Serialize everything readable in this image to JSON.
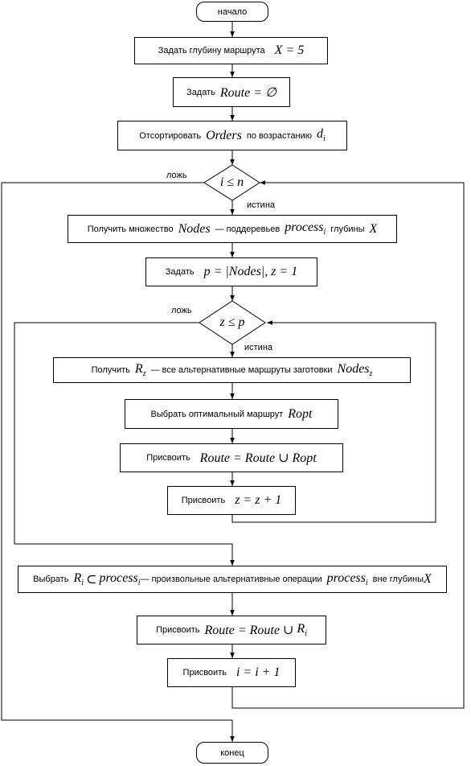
{
  "nodes": {
    "start": "начало",
    "depth_label": "Задать глубину маршрута",
    "depth_formula": "X = 5",
    "route_label": "Задать",
    "route_formula": "Route = ∅",
    "sort_label": "Отсортировать",
    "sort_var": "Orders",
    "sort_tail": "по возрастанию",
    "sort_d": "d",
    "sort_d_sub": "i",
    "cond_i": "i ≤ n",
    "nodes_label": "Получить множество",
    "nodes_var": "Nodes",
    "nodes_mid": "— поддеревьев",
    "nodes_process": "process",
    "nodes_process_sub": "i",
    "nodes_tail": "глубины",
    "nodes_x": "X",
    "setp_label": "Задать",
    "setp_formula": "p = |Nodes|, z = 1",
    "cond_z": "z ≤ p",
    "getr_label": "Получить",
    "getr_r": "R",
    "getr_r_sub": "z",
    "getr_mid": "— все альтернативные маршруты заготовки",
    "getr_nodes": "Nodes",
    "getr_nodes_sub": "z",
    "ropt_label": "Выбрать оптимальный маршрут",
    "ropt_var": "Ropt",
    "assign1_label": "Присвоить",
    "assign1_formula": "Route = Route ∪ Ropt",
    "incz_label": "Присвоить",
    "incz_formula": "z = z + 1",
    "ri_label": "Выбрать",
    "ri_r": "R",
    "ri_r_sub": "i",
    "ri_sub_symbol": "⊂",
    "ri_process": "process",
    "ri_process_sub": "i",
    "ri_mid": "— произвольные альтернативные операции",
    "ri_process2": "process",
    "ri_process2_sub": "i",
    "ri_tail": "вне глубины",
    "ri_x": "X",
    "assign2_label": "Присвоить",
    "assign2_formula": "Route = Route ∪",
    "assign2_r": "R",
    "assign2_r_sub": "i",
    "inci_label": "Присвоить",
    "inci_formula": "i = i + 1",
    "end": "конец"
  },
  "edges": {
    "false_i": "ложь",
    "true_i": "истина",
    "false_z": "ложь",
    "true_z": "истина"
  }
}
